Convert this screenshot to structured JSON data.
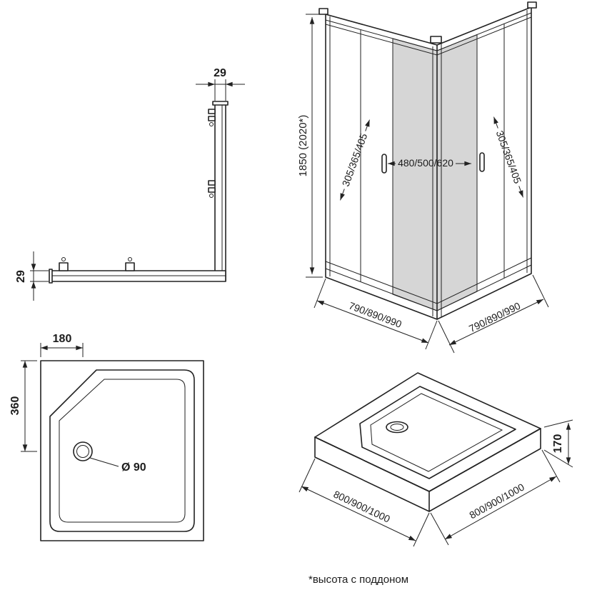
{
  "footnote": "*высота с поддоном",
  "profile_detail": {
    "width_top": "29",
    "width_side": "29"
  },
  "enclosure": {
    "height": "1850 (2020*)",
    "left_door_width": "305/365/405",
    "entry_width": "480/500/620",
    "right_door_width": "305/365/405",
    "base_width_left": "790/890/990",
    "base_width_right": "790/890/990"
  },
  "tray_plan": {
    "drain_offset_x": "180",
    "drain_offset_y": "360",
    "drain_diameter": "Ø 90"
  },
  "tray_iso": {
    "height": "170",
    "width_left": "800/900/1000",
    "width_right": "800/900/1000"
  }
}
